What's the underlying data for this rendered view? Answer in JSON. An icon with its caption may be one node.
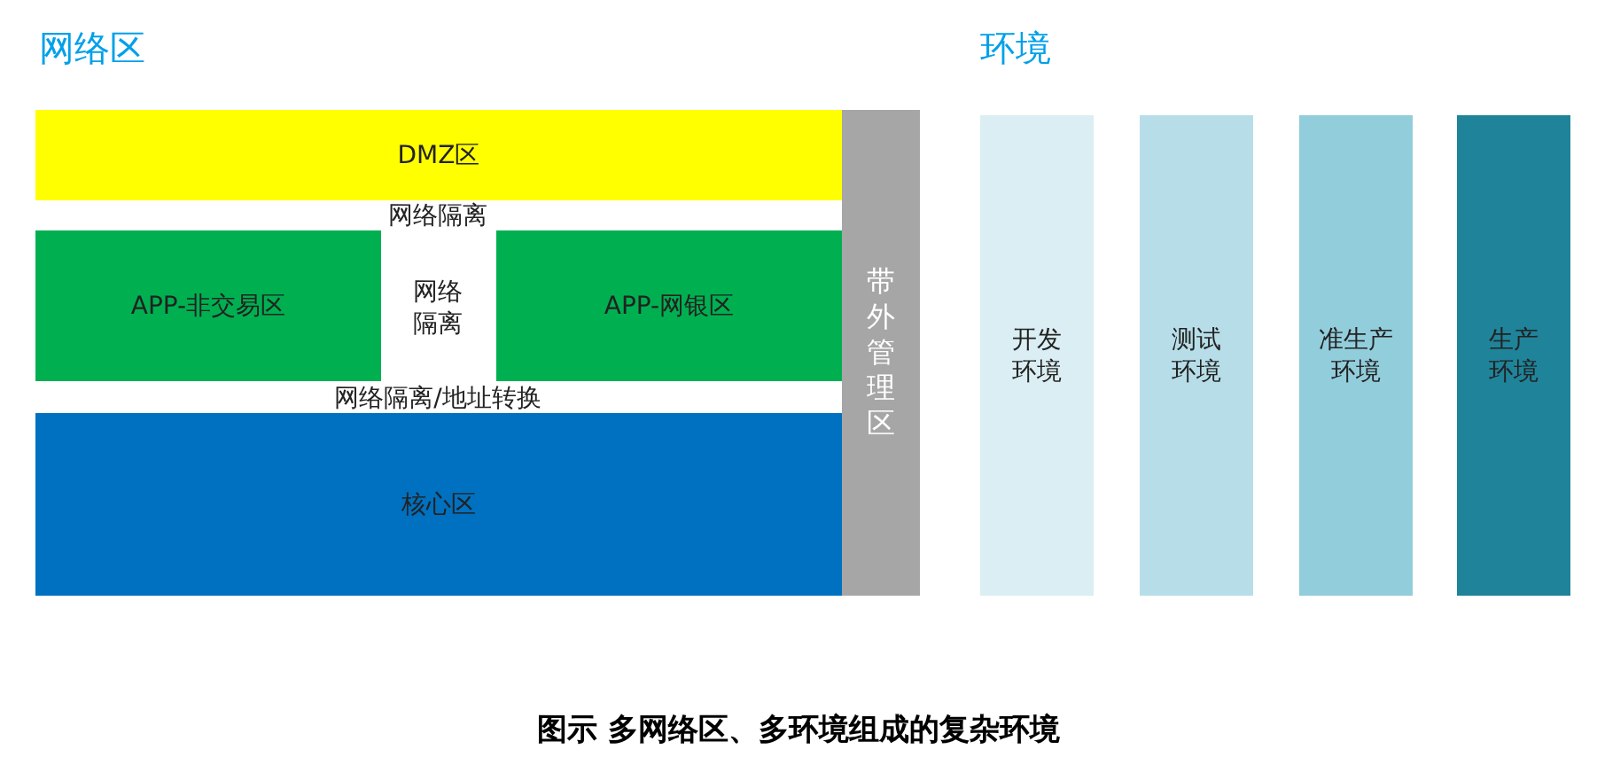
{
  "diagram": {
    "caption": "图示 多网络区、多环境组成的复杂环境",
    "nodes": [
      {
        "text": [
          "DMZ区"
        ]
      },
      {
        "text": [
          "APP-非交易区"
        ]
      },
      {
        "text": [
          "APP-网银区"
        ]
      },
      {
        "text": [
          "核心区"
        ]
      },
      {
        "text": [
          "带外管理区"
        ]
      },
      {
        "text": [
          "开发环境"
        ]
      },
      {
        "text": [
          "测试环境"
        ]
      },
      {
        "text": [
          "准生产环境"
        ]
      },
      {
        "text": [
          "生产环境"
        ]
      }
    ],
    "labels": [
      "网络区",
      "环境",
      "网络隔离",
      "网络隔离",
      "网络隔离/地址转换"
    ]
  }
}
